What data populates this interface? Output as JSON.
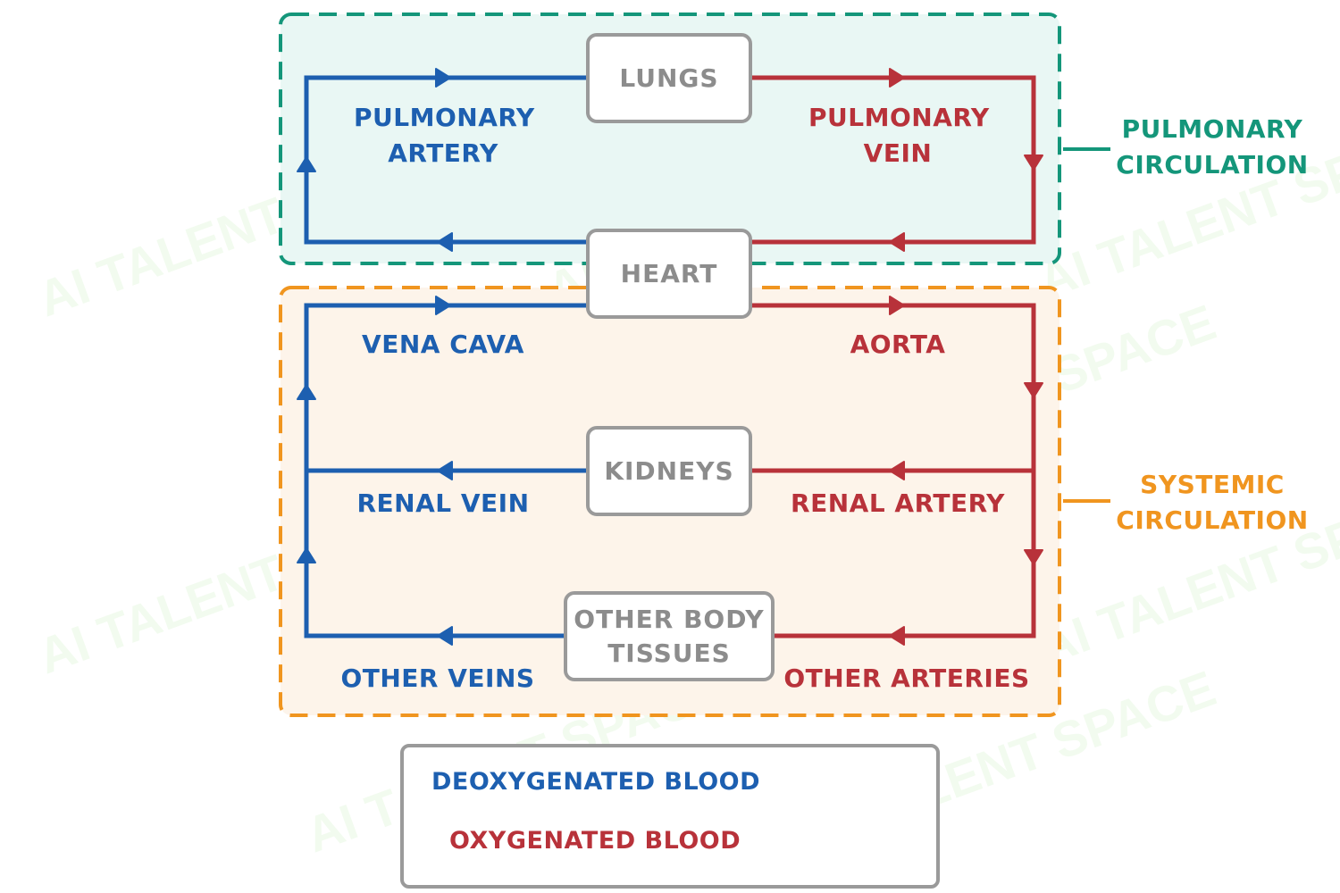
{
  "watermark": "AI TALENT SPACE",
  "colors": {
    "deoxygenated": "#1d5fb0",
    "oxygenated": "#b8323a",
    "pulmonary_region": "#14967a",
    "systemic_region": "#f0951f",
    "organ_border": "#9a9a9a"
  },
  "organs": {
    "lungs": "LUNGS",
    "heart": "HEART",
    "kidneys": "KIDNEYS",
    "other_tissues": [
      "OTHER BODY",
      "TISSUES"
    ]
  },
  "vessels": {
    "pulmonary_artery": [
      "PULMONARY",
      "ARTERY"
    ],
    "pulmonary_vein": [
      "PULMONARY",
      "VEIN"
    ],
    "vena_cava": "VENA CAVA",
    "aorta": "AORTA",
    "renal_vein": "RENAL VEIN",
    "renal_artery": "RENAL ARTERY",
    "other_veins": "OTHER VEINS",
    "other_arteries": "OTHER ARTERIES"
  },
  "regions": {
    "pulmonary": [
      "PULMONARY",
      "CIRCULATION"
    ],
    "systemic": [
      "SYSTEMIC",
      "CIRCULATION"
    ]
  },
  "legend": {
    "deoxygenated": "DEOXYGENATED BLOOD",
    "oxygenated": "OXYGENATED BLOOD"
  }
}
